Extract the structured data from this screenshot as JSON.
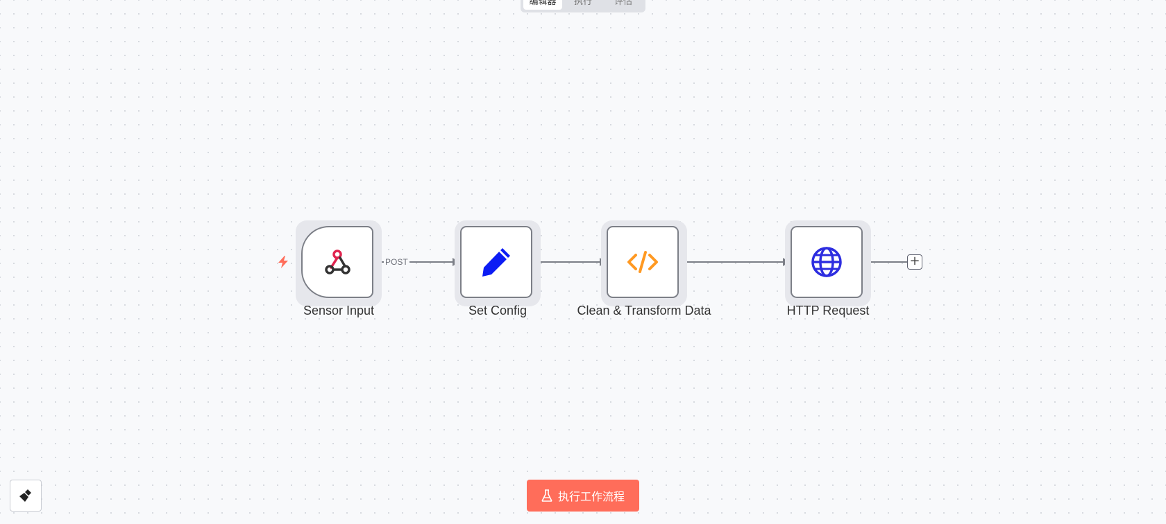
{
  "tabs": [
    {
      "label": "编辑器",
      "active": true
    },
    {
      "label": "执行",
      "active": false
    },
    {
      "label": "评估",
      "active": false
    }
  ],
  "nodes": [
    {
      "label": "Sensor Input",
      "icon": "webhook-icon",
      "type": "trigger"
    },
    {
      "label": "Set Config",
      "icon": "pencil-icon",
      "type": "action"
    },
    {
      "label": "Clean & Transform Data",
      "icon": "code-icon",
      "type": "action"
    },
    {
      "label": "HTTP Request",
      "icon": "globe-icon",
      "type": "action"
    }
  ],
  "connections": {
    "sensor_output_label": "POST"
  },
  "run_button": {
    "label": "执行工作流程",
    "icon": "flask-icon"
  },
  "clear_button": {
    "icon": "broom-icon"
  },
  "colors": {
    "accent": "#ff6d5a",
    "edge": "#7c7f87",
    "pencil": "#0c1cf4",
    "code": "#ff9922",
    "globe": "#2d2de0",
    "webhook": "#e0234e"
  }
}
